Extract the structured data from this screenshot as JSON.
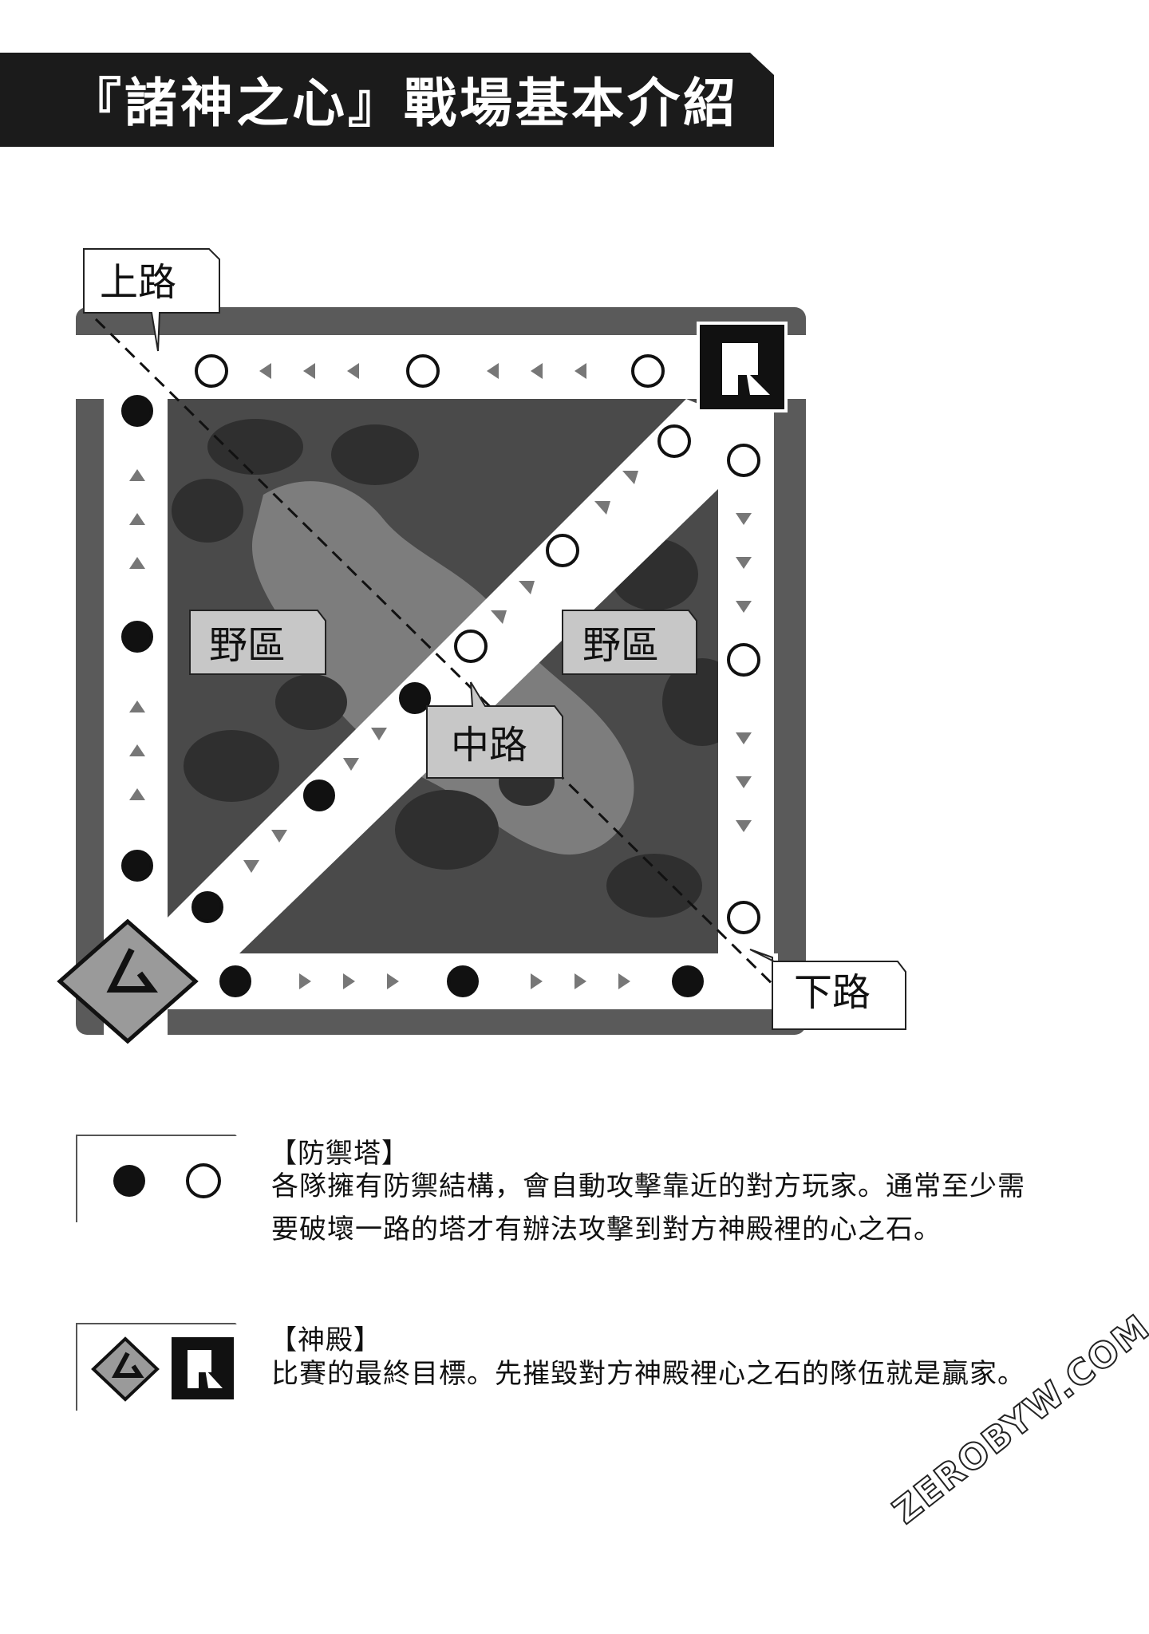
{
  "title": "『諸神之心』戰場基本介紹",
  "map": {
    "labels": {
      "top_lane": "上路",
      "mid_lane": "中路",
      "bottom_lane": "下路",
      "jungle_left": "野區",
      "jungle_right": "野區"
    }
  },
  "legend": {
    "tower": {
      "heading": "【防禦塔】",
      "description": "各隊擁有防禦結構，會自動攻擊靠近的對方玩家。通常至少需要破壞一路的塔才有辦法攻擊到對方神殿裡的心之石。"
    },
    "temple": {
      "heading": "【神殿】",
      "description": "比賽的最終目標。先摧毀對方神殿裡心之石的隊伍就是贏家。"
    }
  },
  "watermark": "ZEROBYW.COM",
  "icons": {
    "tower_filled": "black-circle-icon",
    "tower_open": "white-circle-icon",
    "temple_team_a": "diamond-emblem-icon",
    "temple_team_b": "square-emblem-icon"
  }
}
